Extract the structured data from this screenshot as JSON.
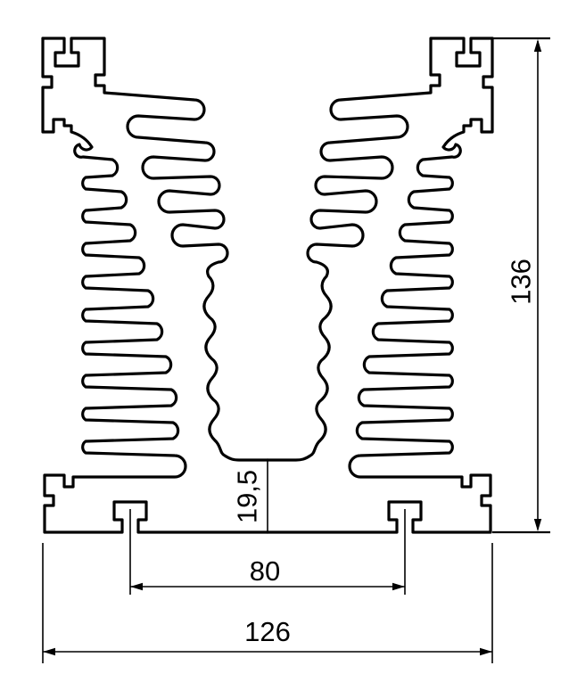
{
  "drawing": {
    "subject": "finned heatsink extrusion profile cross-section",
    "background_color": "#ffffff",
    "line_color": "#000000",
    "dimensions": {
      "overall_height": "136",
      "base_center_thickness": "19,5",
      "tslot_spacing": "80",
      "overall_width": "126"
    }
  }
}
